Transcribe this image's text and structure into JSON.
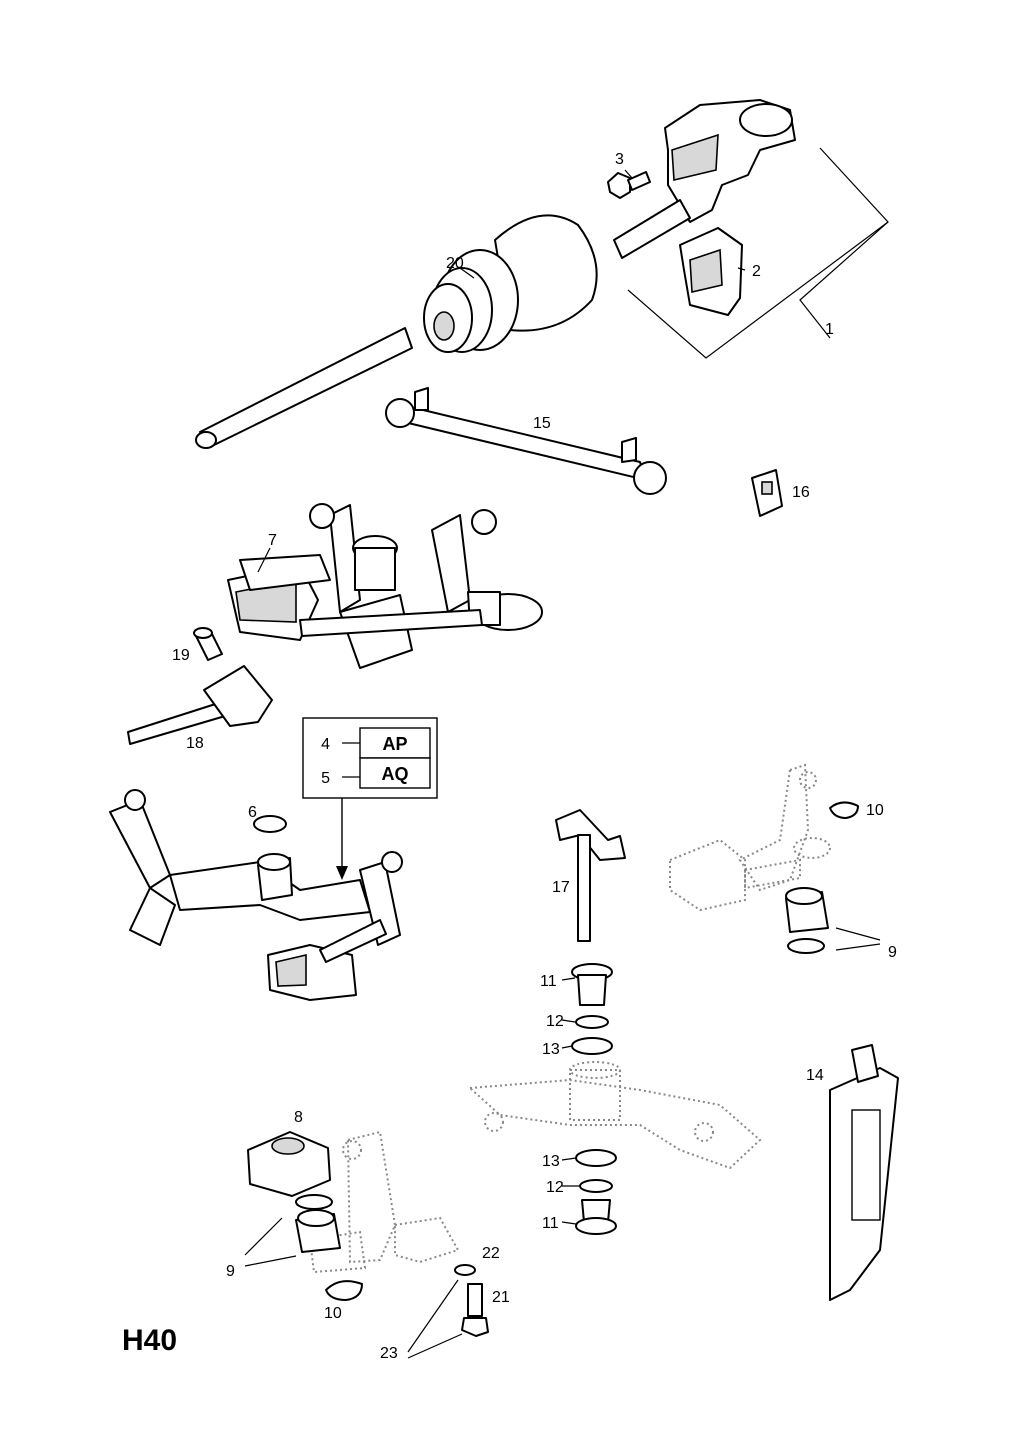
{
  "diagram": {
    "page_code": "H40",
    "callouts": [
      "1",
      "2",
      "3",
      "20",
      "15",
      "16",
      "7",
      "19",
      "18",
      "6",
      "10",
      "17",
      "9",
      "11",
      "12",
      "13",
      "14",
      "8",
      "22",
      "21",
      "23"
    ],
    "variant_table": [
      {
        "number": "4",
        "code": "AP"
      },
      {
        "number": "5",
        "code": "AQ"
      }
    ]
  }
}
